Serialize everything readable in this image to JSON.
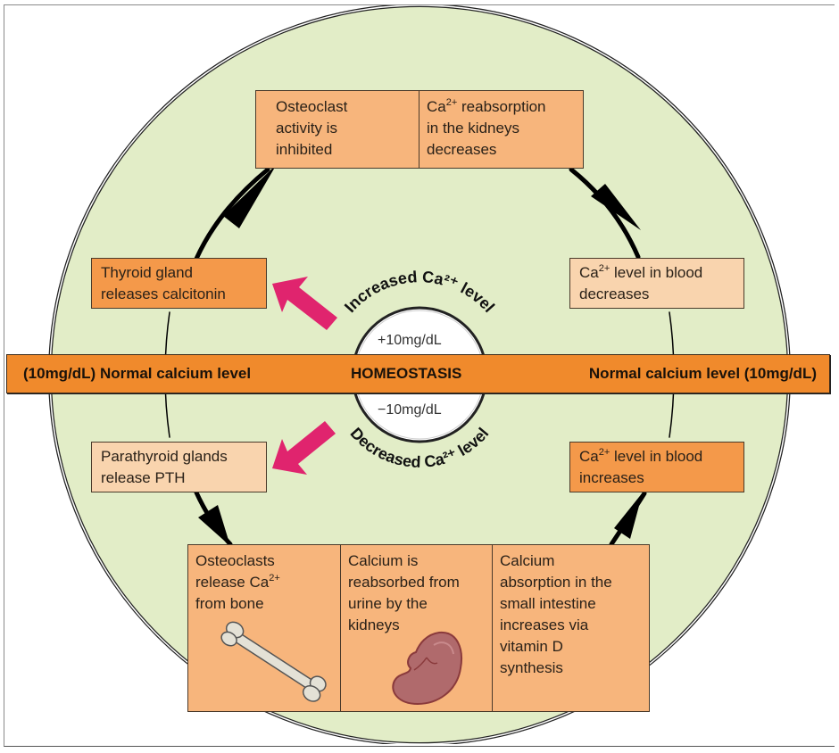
{
  "colors": {
    "circle_fill": "#e2edc7",
    "band": "#f08a2c",
    "box_light": "#f9d4ae",
    "box_mid": "#f7b57c",
    "box_dark": "#f4994a",
    "pink_arrow": "#e0246e"
  },
  "band": {
    "left_label": "(10mg/dL) Normal calcium level",
    "center_label": "HOMEOSTASIS",
    "right_label": "Normal calcium level (10mg/dL)"
  },
  "inner_circle": {
    "upper_label": "+10mg/dL",
    "lower_label": "−10mg/dL"
  },
  "arc_labels": {
    "increased": "Increased Ca²⁺ level",
    "decreased": "Decreased Ca²⁺ level"
  },
  "top_box": {
    "left": {
      "lines": [
        "Osteoclast",
        "activity is",
        "inhibited"
      ]
    },
    "right": {
      "prefix": "Ca",
      "sup": "2+",
      "lines": [
        " reabsorption",
        "in the kidneys",
        "decreases"
      ]
    }
  },
  "thyroid_box": {
    "lines": [
      "Thyroid gland",
      "releases calcitonin"
    ]
  },
  "decrease_box": {
    "prefix": "Ca",
    "sup": "2+",
    "line1_rest": " level in blood",
    "line2": "decreases"
  },
  "parathyroid_box": {
    "lines": [
      "Parathyroid glands",
      "release PTH"
    ]
  },
  "increase_box": {
    "prefix": "Ca",
    "sup": "2+",
    "line1_rest": " level in blood",
    "line2": "increases"
  },
  "bottom_box": {
    "left": {
      "line1": "Osteoclasts",
      "line2_pre": "release Ca",
      "sup": "2+",
      "line3": "from bone",
      "icon": "bone-icon"
    },
    "middle": {
      "lines": [
        "Calcium is",
        "reabsorbed from",
        "urine by the",
        "kidneys"
      ],
      "icon": "kidney-icon"
    },
    "right": {
      "lines": [
        "Calcium",
        "absorption in the",
        "small intestine",
        "increases via",
        "vitamin D",
        "synthesis"
      ]
    }
  }
}
